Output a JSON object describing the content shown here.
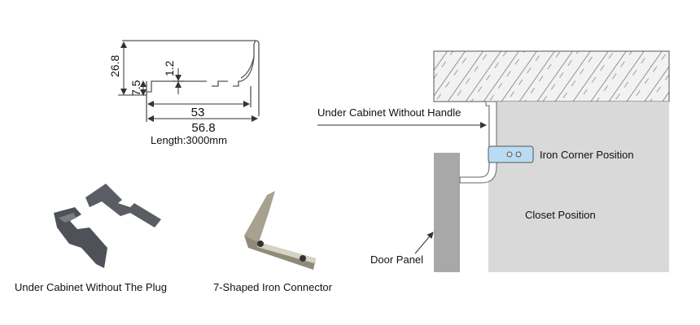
{
  "profile": {
    "dim_height": "26.8",
    "dim_lip": "7.5",
    "dim_thickness": "1.2",
    "dim_inner_width": "53",
    "dim_outer_width": "56.8",
    "length": "Length:3000mm"
  },
  "products": [
    {
      "label": "Under Cabinet Without The Plug"
    },
    {
      "label": "7-Shaped Iron Connector"
    }
  ],
  "installation": {
    "profile_label": "Under Cabinet Without Handle",
    "iron_label": "Iron Corner Position",
    "closet_label": "Closet Position",
    "door_label": "Door Panel"
  },
  "colors": {
    "iron": "#b9dcf2",
    "closet": "#d9d9d9",
    "door": "#a8a8a8",
    "plug": "#5a5d63"
  }
}
